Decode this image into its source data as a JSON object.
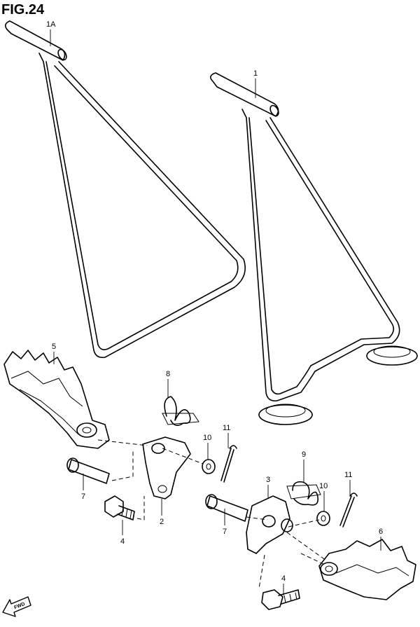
{
  "figure": {
    "title": "FIG.24",
    "fwd_label": "FWD"
  },
  "callouts": {
    "c1A": "1A",
    "c1": "1",
    "c2": "2",
    "c3": "3",
    "c4a": "4",
    "c4b": "4",
    "c5": "5",
    "c6": "6",
    "c7a": "7",
    "c7b": "7",
    "c8": "8",
    "c9": "9",
    "c10a": "10",
    "c10b": "10",
    "c11a": "11",
    "c11b": "11"
  },
  "icons": {
    "direction": "fwd-arrow-icon"
  }
}
